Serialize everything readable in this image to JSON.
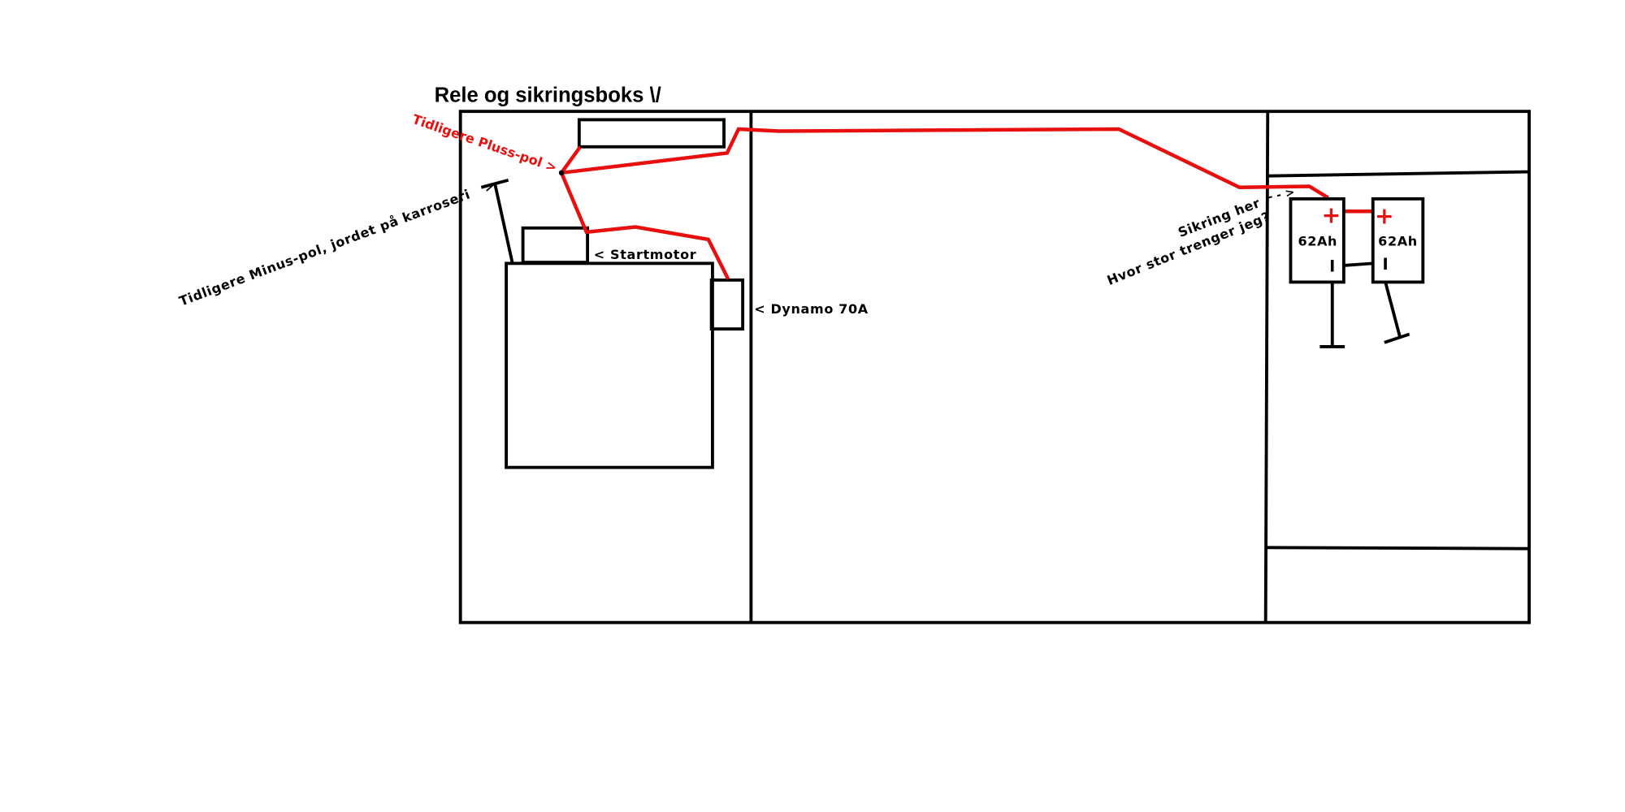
{
  "title": "Rele og sikringsboks \\/",
  "labels": {
    "plus_pole": "Tidligere Pluss-pol >",
    "minus_pole": "Tidligere Minus-pol, jordet på karroseri   >",
    "starter": "< Startmotor",
    "alternator": "< Dynamo 70A",
    "fuse_here": "Sikring her",
    "fuse_arrow": "- - >",
    "fuse_question": "Hvor stor trenger jeg?"
  },
  "batteries": [
    {
      "capacity": "62Ah",
      "plus": "+",
      "minus": "I"
    },
    {
      "capacity": "62Ah",
      "plus": "+",
      "minus": "I"
    }
  ],
  "colors": {
    "wire_positive": "#e80f0f",
    "outline": "#000000"
  }
}
